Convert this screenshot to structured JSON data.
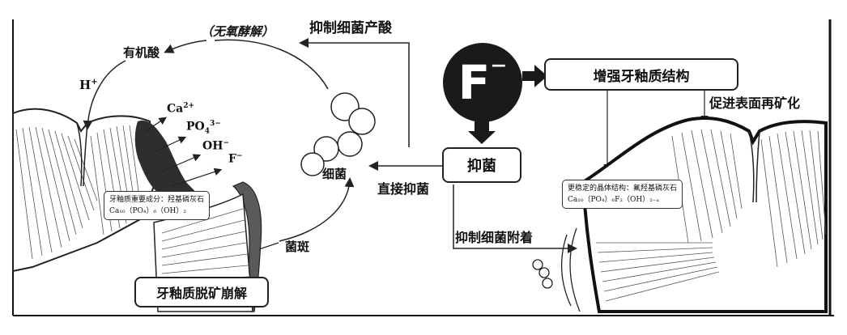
{
  "labels": {
    "inhibit_acid": "抑制细菌产酸",
    "anaerobic": "（无氧酵解）",
    "organic_acid": "有机酸",
    "h_ion": "H",
    "h_charge": "+",
    "bacteria": "细菌",
    "direct_inhibit": "直接抑菌",
    "plaque": "菌斑",
    "inhibit_adhesion": "抑制细菌附着",
    "promote_remineral": "促进表面再矿化"
  },
  "fluoride": {
    "symbol": "F",
    "charge": "⁻"
  },
  "boxes": {
    "enhance_enamel": "增强牙釉质结构",
    "antibacterial": "抑菌",
    "demineral": "牙釉质脱矿崩解"
  },
  "ions": {
    "ca": "Ca",
    "ca_charge": "2+",
    "po4": "PO",
    "po4_sub": "4",
    "po4_charge": "3−",
    "oh": "OH",
    "oh_charge": "−",
    "f": "F",
    "f_charge": "−"
  },
  "notes": {
    "left_line1": "牙釉质重要成分：羟基磷灰石",
    "left_line2": "Ca₁₀（PO₄）₆（OH）₂",
    "right_line1": "更稳定的晶体结构：氟羟基磷灰石",
    "right_line2": "Ca₁₀（PO₄）₆F₂（OH）₂₋ₓ"
  },
  "colors": {
    "ink": "#1a1a1a",
    "decay": "#3a3a3a",
    "enamel": "#ffffff"
  }
}
